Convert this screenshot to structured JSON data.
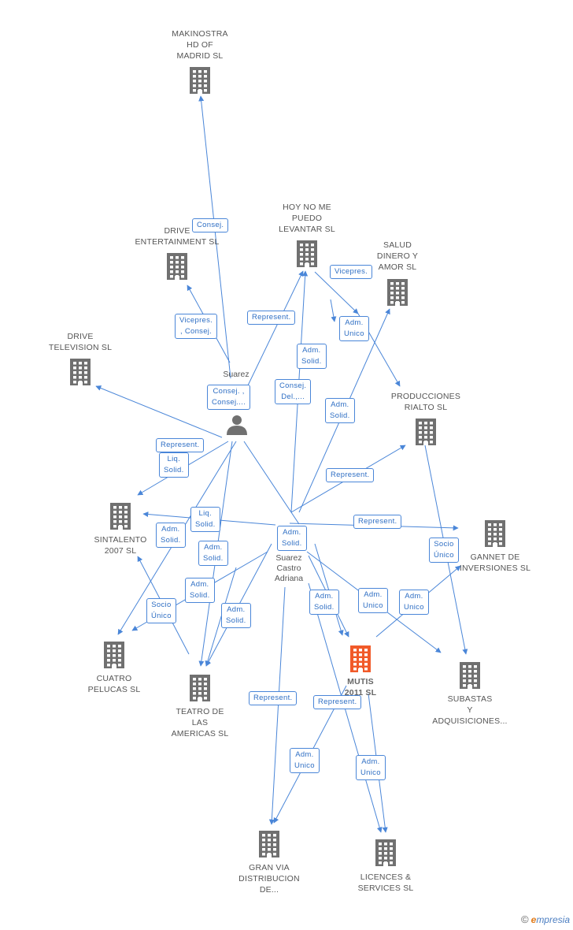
{
  "colors": {
    "edge": "#4a86d8",
    "building": "#707070",
    "focus": "#f15a29",
    "person": "#707070"
  },
  "person": {
    "label_top": "Suarez",
    "label_bottom": "Suarez\nCastro\nAdriana"
  },
  "companies": [
    {
      "id": "makinostra",
      "label": "MAKINOSTRA\nHD OF\nMADRID SL"
    },
    {
      "id": "drive_ent",
      "label": "DRIVE\nENTERTAINMENT SL"
    },
    {
      "id": "hoy",
      "label": "HOY NO ME\nPUEDO\nLEVANTAR SL"
    },
    {
      "id": "salud",
      "label": "SALUD\nDINERO Y\nAMOR SL"
    },
    {
      "id": "drive_tv",
      "label": "DRIVE\nTELEVISION  SL"
    },
    {
      "id": "rialto",
      "label": "PRODUCCIONES\nRIALTO SL"
    },
    {
      "id": "sintalento",
      "label": "SINTALENTO\n2007 SL"
    },
    {
      "id": "gannet",
      "label": "GANNET DE\nINVERSIONES SL"
    },
    {
      "id": "cuatro",
      "label": "CUATRO\nPELUCAS SL"
    },
    {
      "id": "teatro",
      "label": "TEATRO DE\nLAS\nAMERICAS SL"
    },
    {
      "id": "mutis",
      "label": "MUTIS\n2011 SL",
      "focus": true
    },
    {
      "id": "subastas",
      "label": "SUBASTAS\nY\nADQUISICIONES..."
    },
    {
      "id": "granvia",
      "label": "GRAN VIA\nDISTRIBUCION\nDE..."
    },
    {
      "id": "licences",
      "label": "LICENCES &\nSERVICES SL"
    }
  ],
  "edge_labels": [
    {
      "id": "e1",
      "text": "Consej."
    },
    {
      "id": "e2",
      "text": "Vicepres.\n, Consej."
    },
    {
      "id": "e3",
      "text": "Consej. ,\nConsej...."
    },
    {
      "id": "e4",
      "text": "Represent."
    },
    {
      "id": "e5",
      "text": "Adm.\nSolid."
    },
    {
      "id": "e6",
      "text": "Vicepres."
    },
    {
      "id": "e7",
      "text": "Adm.\nUnico"
    },
    {
      "id": "e8",
      "text": "Consej.\nDel.,..."
    },
    {
      "id": "e9",
      "text": "Adm.\nSolid."
    },
    {
      "id": "e10",
      "text": "Represent."
    },
    {
      "id": "e11",
      "text": "Liq.\nSolid."
    },
    {
      "id": "e12",
      "text": "Represent."
    },
    {
      "id": "e13",
      "text": "Liq.\nSolid."
    },
    {
      "id": "e14",
      "text": "Adm.\nSolid."
    },
    {
      "id": "e15",
      "text": "Adm.\nSolid."
    },
    {
      "id": "e16",
      "text": "Represent."
    },
    {
      "id": "e17",
      "text": "Adm.\nSolid."
    },
    {
      "id": "e18",
      "text": "Socio\nÚnico"
    },
    {
      "id": "e19",
      "text": "Adm.\nSolid."
    },
    {
      "id": "e20",
      "text": "Socio\nÚnico"
    },
    {
      "id": "e21",
      "text": "Adm.\nSolid."
    },
    {
      "id": "e22",
      "text": "Adm.\nSolid."
    },
    {
      "id": "e23",
      "text": "Adm.\nUnico"
    },
    {
      "id": "e24",
      "text": "Adm.\nUnico"
    },
    {
      "id": "e25",
      "text": "Represent."
    },
    {
      "id": "e26",
      "text": "Represent."
    },
    {
      "id": "e27",
      "text": "Adm.\nUnico"
    },
    {
      "id": "e28",
      "text": "Adm.\nUnico"
    }
  ],
  "footer": {
    "copyright": "©",
    "brand_e": "e",
    "brand_rest": "mpresia"
  }
}
